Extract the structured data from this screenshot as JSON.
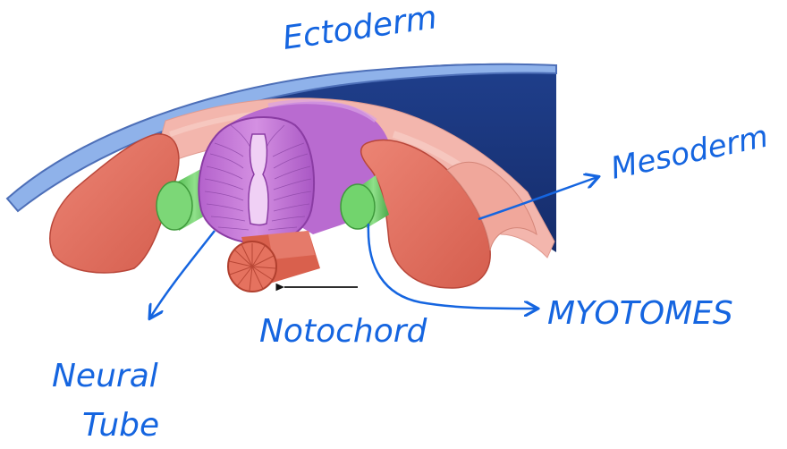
{
  "labels": {
    "ectoderm": "Ectoderm",
    "mesoderm": "Mesoderm",
    "myotomes": "MYOTOMES",
    "notochord": "Notochord",
    "neural_tube_line1": "Neural",
    "neural_tube_line2": "Tube"
  },
  "colors": {
    "ectoderm_dark": "#1f3f8c",
    "ectoderm_light": "#8fb2ea",
    "mesoderm_salmon": "#e3705f",
    "mesoderm_pink": "#f3b6ad",
    "neural_tube": "#c77ed8",
    "neural_tube_dark": "#9a4fb0",
    "myotome_green": "#6fd06a",
    "notochord": "#e5725f",
    "annotation_blue": "#1565e0"
  }
}
